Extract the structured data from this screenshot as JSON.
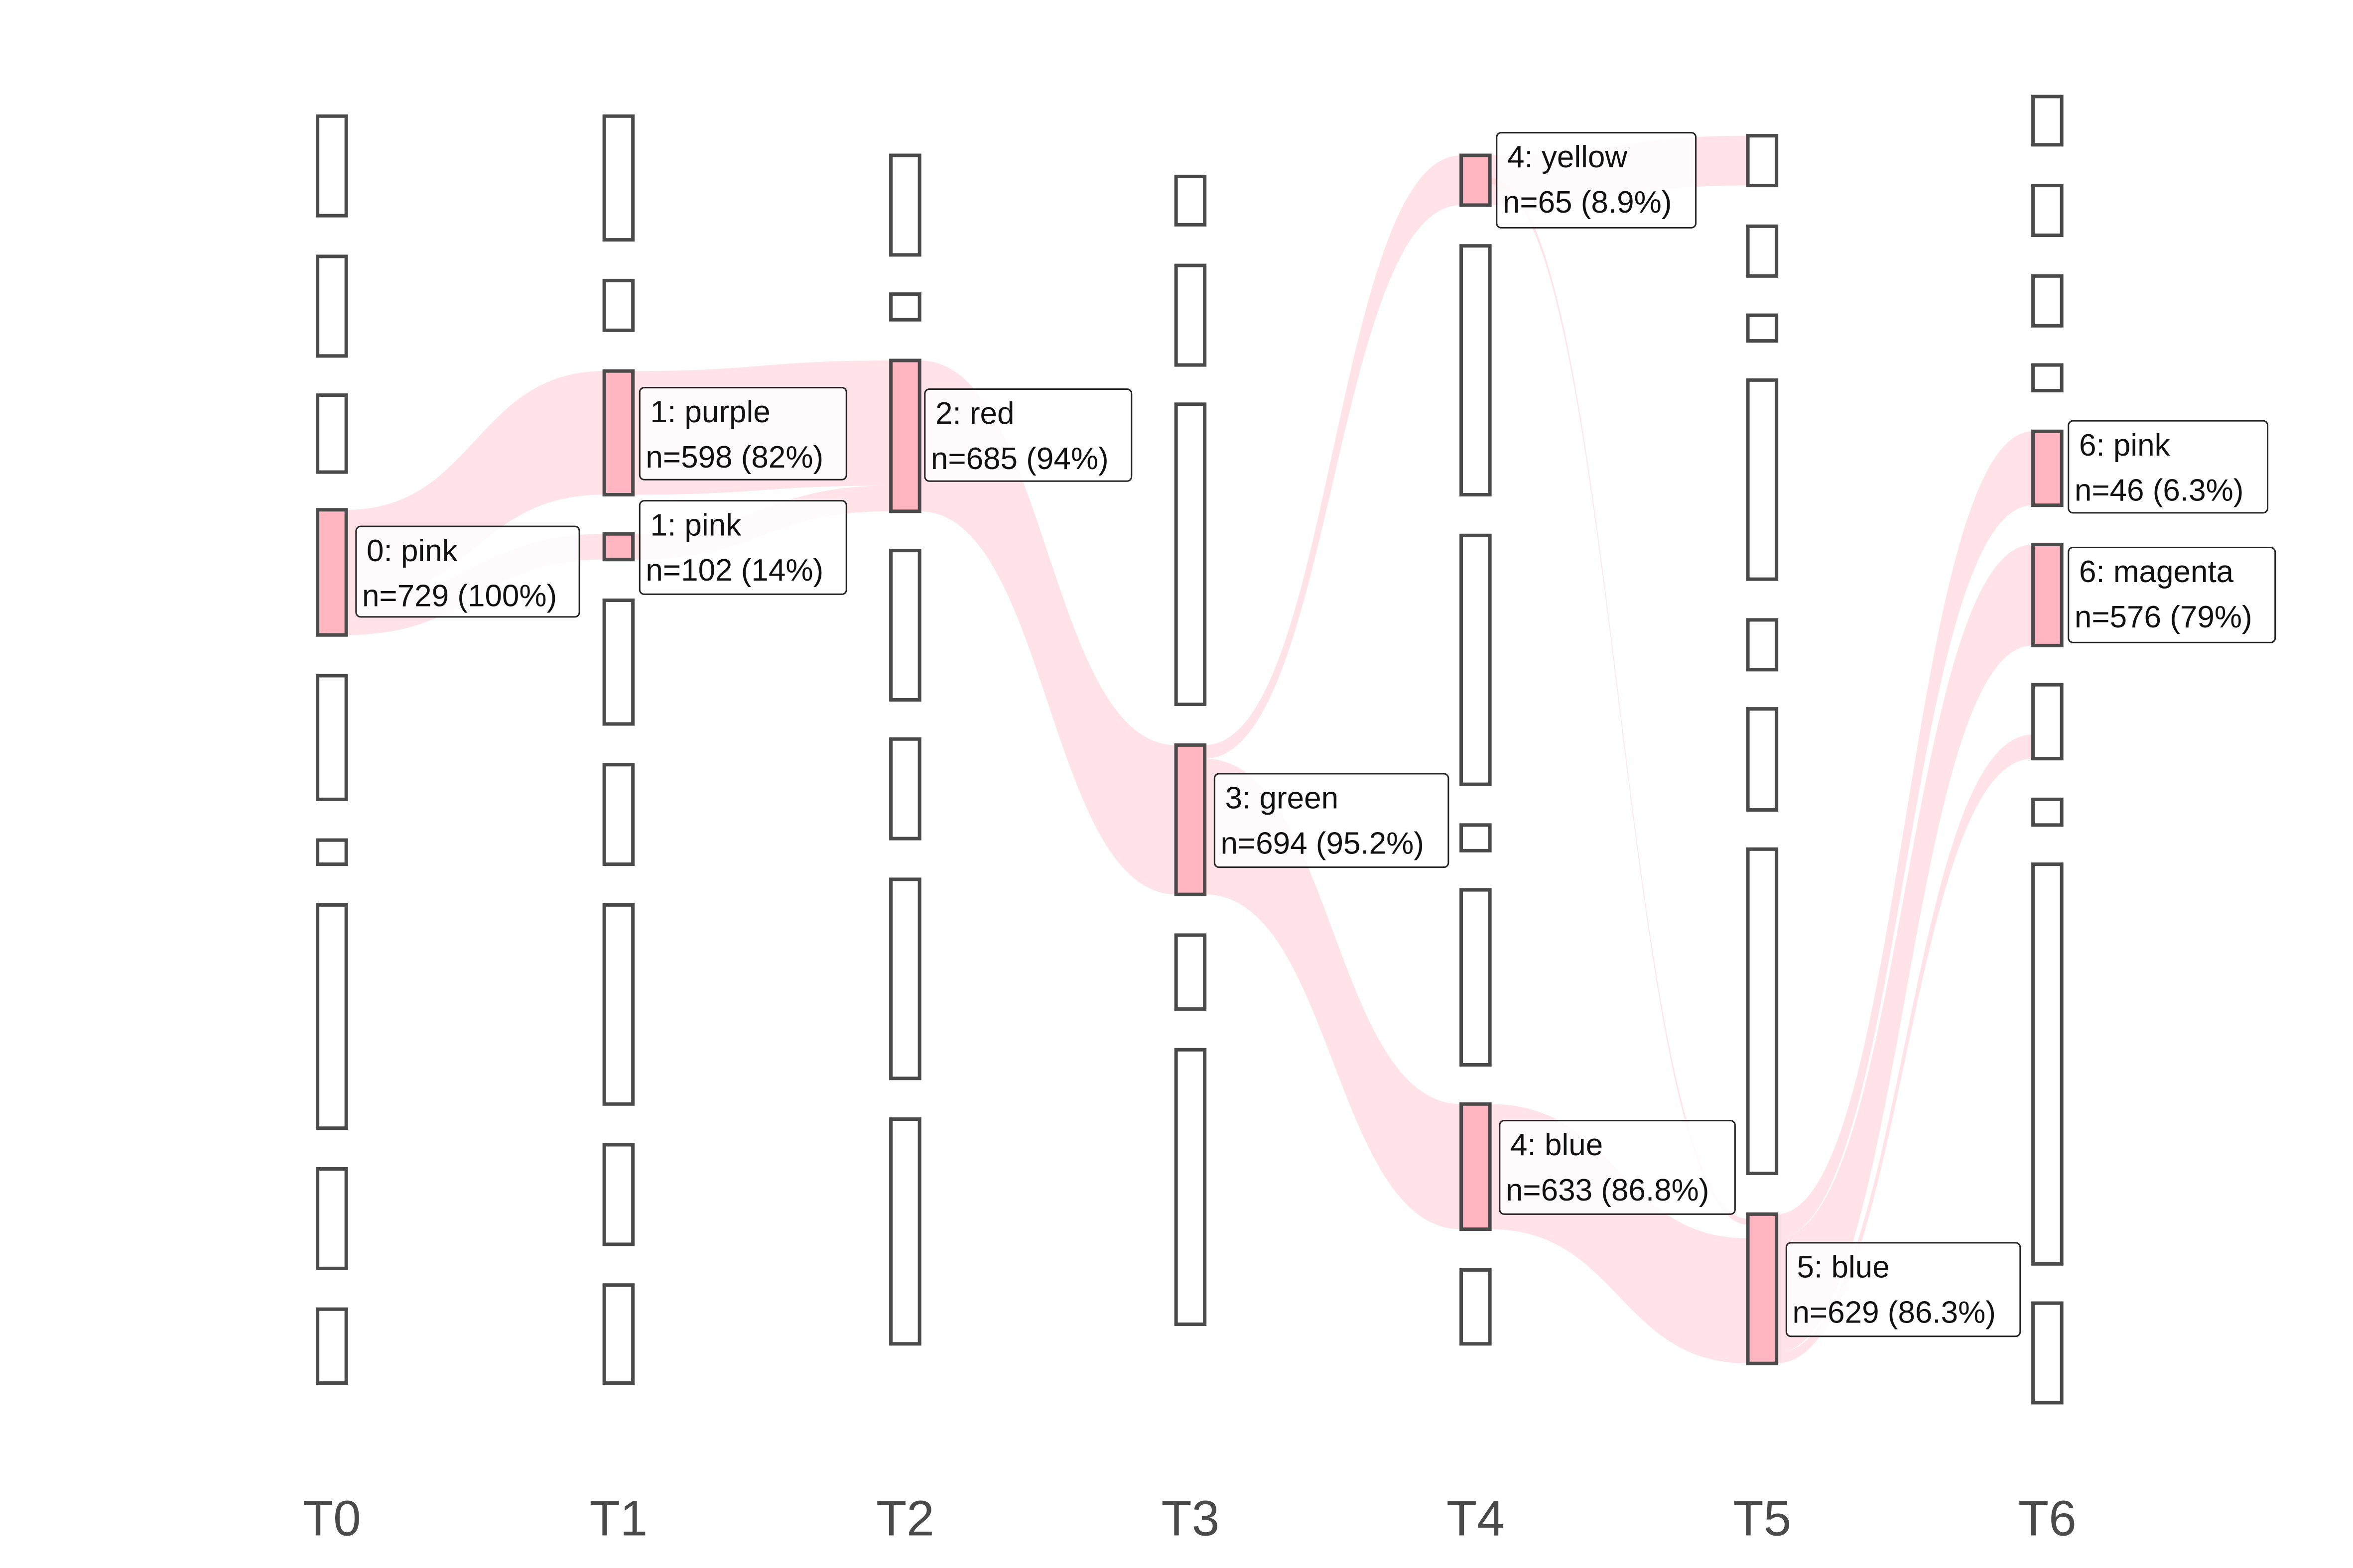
{
  "chart_data": {
    "type": "sankey",
    "title": "",
    "total": 729,
    "highlight_color": "#ffb6c1",
    "flow_color": "#ffc0cb",
    "stages": [
      "T0",
      "T1",
      "T2",
      "T3",
      "T4",
      "T5",
      "T6"
    ],
    "highlighted_nodes": [
      {
        "stage": "T0",
        "label": "0: pink",
        "stat": "n=729 (100%)",
        "n": 729,
        "pct": 100
      },
      {
        "stage": "T1",
        "label": "1: purple",
        "stat": "n=598 (82%)",
        "n": 598,
        "pct": 82
      },
      {
        "stage": "T1",
        "label": "1: pink",
        "stat": "n=102 (14%)",
        "n": 102,
        "pct": 14
      },
      {
        "stage": "T2",
        "label": "2: red",
        "stat": "n=685 (94%)",
        "n": 685,
        "pct": 94
      },
      {
        "stage": "T3",
        "label": "3: green",
        "stat": "n=694 (95.2%)",
        "n": 694,
        "pct": 95.2
      },
      {
        "stage": "T4",
        "label": "4: yellow",
        "stat": "n=65 (8.9%)",
        "n": 65,
        "pct": 8.9
      },
      {
        "stage": "T4",
        "label": "4: blue",
        "stat": "n=633 (86.8%)",
        "n": 633,
        "pct": 86.8
      },
      {
        "stage": "T5",
        "label": "5: blue",
        "stat": "n=629 (86.3%)",
        "n": 629,
        "pct": 86.3
      },
      {
        "stage": "T6",
        "label": "6: pink",
        "stat": "n=46 (6.3%)",
        "n": 46,
        "pct": 6.3
      },
      {
        "stage": "T6",
        "label": "6: magenta",
        "stat": "n=576 (79%)",
        "n": 576,
        "pct": 79
      }
    ]
  }
}
